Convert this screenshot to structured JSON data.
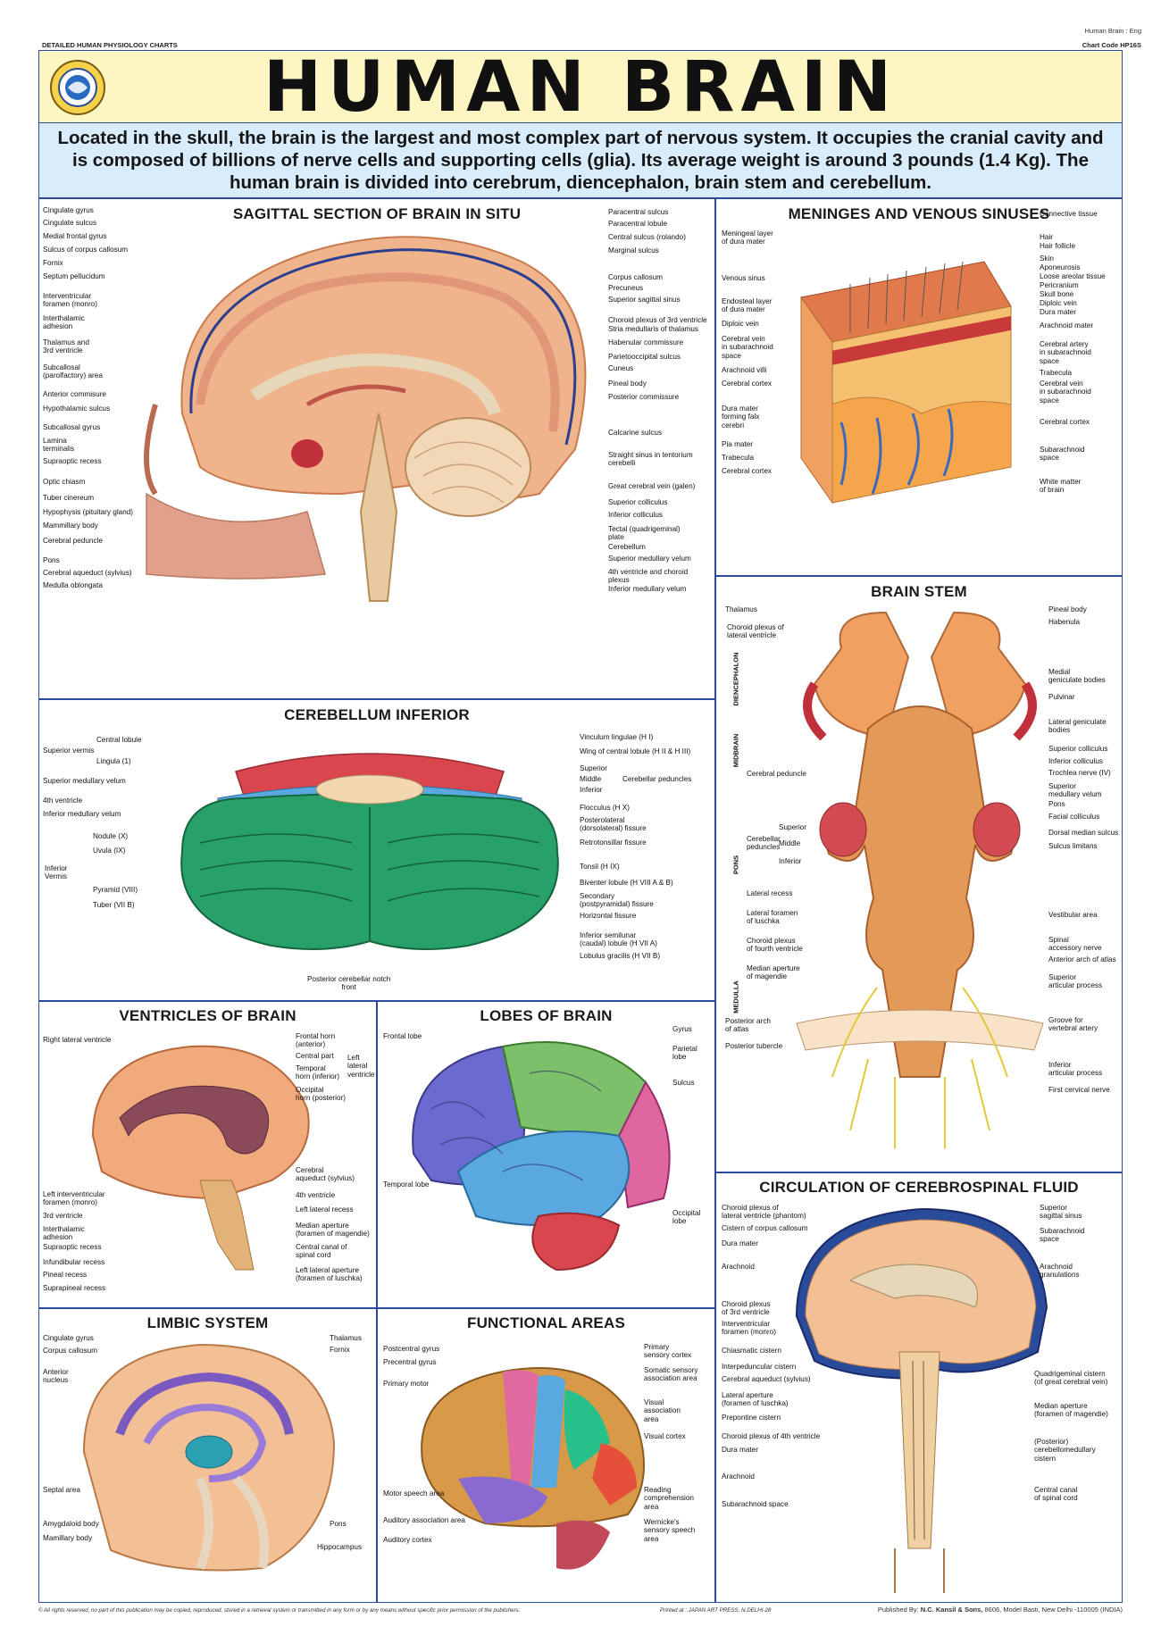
{
  "meta": {
    "series": "DETAILED HUMAN PHYSIOLOGY CHARTS",
    "lang_tag": "Human Brain : Eng",
    "chart_code": "Chart Code HP16S",
    "footer_left": "© All rights reserved, no part of this publication may be copied, reproduced, stored in a retrieval system or transmitted in any form or by any means without specific prior permission of the publishers.",
    "footer_mid": "Printed at : JAPAN ART PRESS, N.DELHI-28",
    "footer_right_a": "Published By: ",
    "footer_right_b": "N.C. Kansil & Sons,",
    "footer_right_c": " 8606, Model Basti, New Delhi -110005 (INDIA)"
  },
  "header": {
    "title": "HUMAN BRAIN",
    "intro": "Located in the skull, the brain is the largest and most complex part of nervous system. It occupies the cranial cavity and is composed of billions of nerve cells and supporting cells (glia). Its average weight is around 3 pounds (1.4 Kg). The human brain is divided into cerebrum, diencephalon, brain stem and cerebellum."
  },
  "colors": {
    "border": "#2a4a9a",
    "title_band": "#fdf5c2",
    "intro_band": "#d9ecfb",
    "brain_base": "#f2a57a",
    "brain_dark": "#c8623a",
    "cerebellum_green": "#27a06a",
    "cerebellum_red": "#d9464e",
    "cerebellum_blue": "#5aa8e0"
  },
  "panels": {
    "sagittal": {
      "title": "SAGITTAL SECTION OF BRAIN IN SITU",
      "left_labels": [
        "Cingulate gyrus",
        "Cingulate sulcus",
        "Medial frontal gyrus",
        "Sulcus of corpus callosum",
        "Fornix",
        "Septum pellucidum",
        "Interventricular\nforamen (monro)",
        "Interthalamic\nadhesion",
        "Thalamus and\n3rd ventricle",
        "Subcallosal\n(parolfactory) area",
        "Anterior commisure",
        "Hypothalamic sulcus",
        "Subcallosal gyrus",
        "Lamina\nterminalis",
        "Supraoptic recess",
        "Optic chiasm",
        "Tuber cinereum",
        "Hypophysis (pituitary gland)",
        "Mammillary body",
        "Cerebral peduncle",
        "Pons",
        "Cerebral aqueduct (sylvius)",
        "Medulla oblongata"
      ],
      "right_labels": [
        "Paracentral sulcus",
        "Paracentral lobule",
        "Central sulcus (rolando)",
        "Marginal sulcus",
        "Corpus callosum",
        "Precuneus",
        "Superior sagittal sinus",
        "Choroid plexus of 3rd ventricle",
        "Stria medullaris of thalamus",
        "Habenular commissure",
        "Parietooccipital sulcus",
        "Cuneus",
        "Pineal body",
        "Posterior commissure",
        "Calcarine sulcus",
        "Straight sinus in tentorium\ncerebelli",
        "Great cerebral vein (galen)",
        "Superior colliculus",
        "Inferior colliculus",
        "Tectal (quadrigeminal)\nplate",
        "Cerebellum",
        "Superior medullary velum",
        "4th ventricle and choroid\nplexus",
        "Inferior medullary velum"
      ]
    },
    "meninges": {
      "title": "MENINGES AND VENOUS SINUSES",
      "left_labels": [
        "Meningeal layer\nof dura mater",
        "Venous sinus",
        "Endosteal layer\nof dura mater",
        "Diploic vein",
        "Cerebral vein\nin subarachnoid\nspace",
        "Arachnoid villi",
        "Cerebral cortex",
        "Dura mater\nforming falx\ncerebri",
        "Pia mater",
        "Trabecula",
        "Cerebral cortex"
      ],
      "right_labels": [
        "Connective tissue",
        "Hair",
        "Hair follicle",
        "Skin",
        "Aponeurosis",
        "Loose areolar tissue",
        "Pericranium",
        "Skull bone",
        "Diploic vein",
        "Dura mater",
        "Arachnoid mater",
        "Cerebral artery\nin subarachnoid\nspace",
        "Trabecula",
        "Cerebral vein\nin subarachnoid\nspace",
        "Cerebral cortex",
        "Subarachnoid\nspace",
        "White matter\nof brain"
      ]
    },
    "brainstem": {
      "title": "BRAIN STEM",
      "left_labels": [
        "Thalamus",
        "Choroid plexus of\nlateral ventricle",
        "Cerebral peduncle",
        "Superior",
        "Middle",
        "Inferior",
        "Lateral recess",
        "Lateral foramen\nof luschka",
        "Choroid plexus\nof fourth ventricle",
        "Median aperture\nof magendie",
        "Posterior arch\nof atlas",
        "Posterior tubercle"
      ],
      "side_labels": [
        "DIENCEPHALON",
        "MIDBRAIN",
        "PONS",
        "MEDULLA"
      ],
      "peduncle_label": "Cerebellar\npeduncles",
      "right_labels": [
        "Pineal body",
        "Habenula",
        "Medial\ngeniculate bodies",
        "Pulvinar",
        "Lateral geniculate\nbodies",
        "Superior colliculus",
        "Inferior colliculus",
        "Trochlea nerve (IV)",
        "Superior\nmedullary velum",
        "Pons",
        "Facial colliculus",
        "Dorsal median sulcus",
        "Sulcus limitans",
        "Vestibular area",
        "Spinal\naccessory nerve",
        "Anterior arch of atlas",
        "Superior\narticular process",
        "Groove for\nvertebral artery",
        "Inferior\narticular process",
        "First cervical nerve"
      ]
    },
    "cerebellum": {
      "title": "CEREBELLUM INFERIOR",
      "left_labels": [
        "Central lobule",
        "Superior vermis",
        "Lingula (1)",
        "Superior medullary velum",
        "4th ventricle",
        "Inferior medullary velum",
        "Nodule (X)",
        "Uvula (IX)",
        "Inferior\nVermis",
        "Pyramid (VIII)",
        "Tuber (VII B)"
      ],
      "right_labels": [
        "Vinculum lingulae (H I)",
        "Wing of central lobule (H II & H III)",
        "Superior",
        "Middle",
        "Inferior",
        "Cerebellar peduncles",
        "Flocculus (H X)",
        "Posterolateral\n(dorsolateral) fissure",
        "Retrotonsillar fissure",
        "Tonsil (H IX)",
        "Biventer lobule (H VIII A & B)",
        "Secondary\n(postpyramidal) fissure",
        "Horizontal fissure",
        "Inferior semilunar\n(caudal) lobule (H VII A)",
        "Lobulus gracilis (H VII B)"
      ],
      "bottom_label": "Posterior cerebellar notch\nfront"
    },
    "ventricles": {
      "title": "VENTRICLES OF BRAIN",
      "left_labels": [
        "Right lateral ventricle",
        "Left interventricular\nforamen (monro)",
        "3rd ventricle",
        "Interthalamic\nadhesion",
        "Supraoptic recess",
        "Infundibular recess",
        "Pineal recess",
        "Suprapineal recess"
      ],
      "right_labels": [
        "Frontal horn\n(anterior)",
        "Central part",
        "Temporal\nhorn (inferior)",
        "Occipital\nhorn (posterior)",
        "Cerebral\naqueduct (sylvius)",
        "4th ventricle",
        "Left lateral recess",
        "Median aperture\n(foramen of magendie)",
        "Central canal of\nspinal cord",
        "Left lateral aperture\n(foramen of luschka)"
      ],
      "brace_label": "Left\nlateral\nventricle"
    },
    "lobes": {
      "title": "LOBES OF BRAIN",
      "labels": [
        "Frontal lobe",
        "Gyrus",
        "Parietal\nlobe",
        "Sulcus",
        "Temporal lobe",
        "Occipital\nlobe"
      ]
    },
    "limbic": {
      "title": "LIMBIC SYSTEM",
      "left_labels": [
        "Cingulate gyrus",
        "Corpus callosum",
        "Anterior\nnucleus",
        "Septal area",
        "Amygdaloid body",
        "Mamillary body"
      ],
      "right_labels": [
        "Thalamus",
        "Fornix",
        "Pons",
        "Hippocampus"
      ]
    },
    "functional": {
      "title": "FUNCTIONAL AREAS",
      "left_labels": [
        "Postcentral gyrus",
        "Precentral gyrus",
        "Primary motor",
        "Motor speech area",
        "Auditory association area",
        "Auditory cortex"
      ],
      "right_labels": [
        "Primary\nsensory cortex",
        "Somatic sensory\nassociation area",
        "Visual\nassociation\narea",
        "Visual cortex",
        "Reading\ncomprehension\narea",
        "Wernicke's\nsensory speech\narea"
      ]
    },
    "csf": {
      "title": "CIRCULATION OF CEREBROSPINAL FLUID",
      "left_labels": [
        "Choroid plexus of\nlateral ventricle (phantom)",
        "Cistern of corpus callosum",
        "Dura mater",
        "Arachnoid",
        "Choroid plexus\nof 3rd ventricle",
        "Interventricular\nforamen (monro)",
        "Chiasmatic cistern",
        "Interpeduncular cistern",
        "Cerebral aqueduct (sylvius)",
        "Lateral aperture\n(foramen of luschka)",
        "Prepontine cistern",
        "Choroid plexus of 4th ventricle",
        "Dura mater",
        "Arachnoid",
        "Subarachnoid space"
      ],
      "right_labels": [
        "Superior\nsagittal sinus",
        "Subarachnoid\nspace",
        "Arachnoid\ngranulations",
        "Quadrigeminal cistern\n(of great cerebral vein)",
        "Median aperture\n(foramen of magendie)",
        "(Posterior)\ncerebellomedullary\ncistern",
        "Central canal\nof spinal cord"
      ]
    }
  }
}
